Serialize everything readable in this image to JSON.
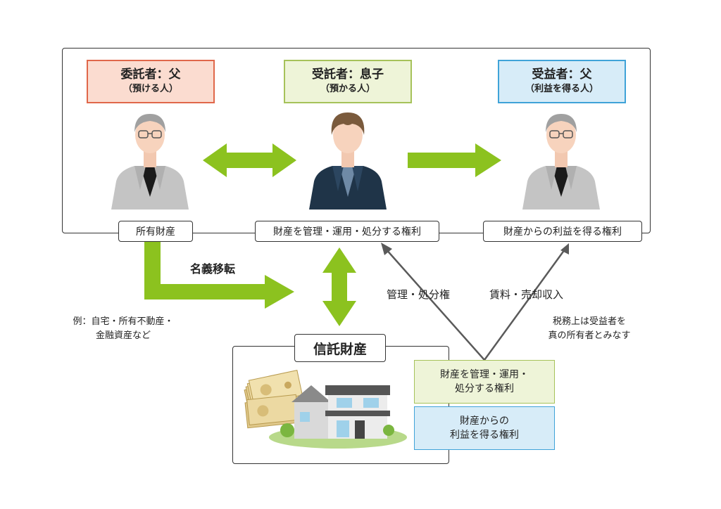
{
  "roles": {
    "settlor": {
      "title": "委託者：父",
      "subtitle": "（預ける人）",
      "bg": "#fbdcd0",
      "border": "#e0674a"
    },
    "trustee": {
      "title": "受託者：息子",
      "subtitle": "（預かる人）",
      "bg": "#eef4d8",
      "border": "#a6c25a"
    },
    "beneficiary": {
      "title": "受益者：父",
      "subtitle": "（利益を得る人）",
      "bg": "#d7ecf8",
      "border": "#3fa3d8"
    }
  },
  "tags": {
    "owned_property": "所有財産",
    "management_rights": "財産を管理・運用・処分する権利",
    "benefit_rights": "財産からの利益を得る権利"
  },
  "labels": {
    "title_transfer": "名義移転",
    "management_disposal": "管理・処分権",
    "rent_sale_income": "賃料・売却収入"
  },
  "notes": {
    "example_line1": "例：自宅・所有不動産・",
    "example_line2": "金融資産など",
    "tax_line1": "税務上は受益者を",
    "tax_line2": "真の所有者とみなす"
  },
  "trust_property": {
    "title": "信託財産",
    "right_management_line1": "財産を管理・運用・",
    "right_management_line2": "処分する権利",
    "right_benefit_line1": "財産からの",
    "right_benefit_line2": "利益を得る権利"
  },
  "colors": {
    "arrow_green": "#8cc21f",
    "arrow_gray": "#5a5a5a",
    "suit_gray": "#c4c4c4",
    "suit_navy": "#1f3448",
    "shirt_black": "#1a1a1a",
    "skin": "#f7d3bd"
  }
}
